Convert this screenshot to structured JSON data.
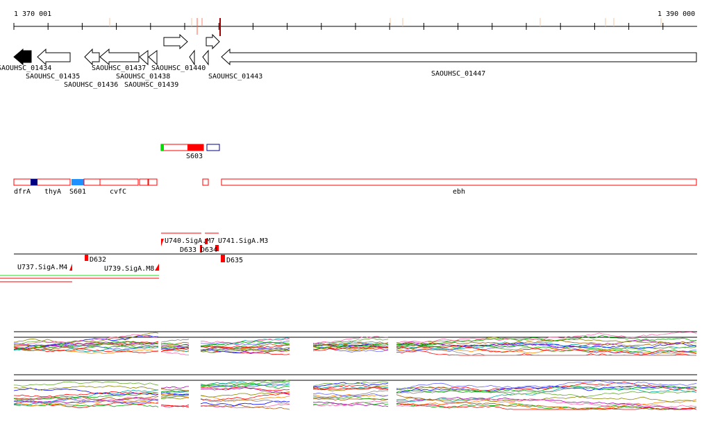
{
  "ruler": {
    "start_label": "1 370 001",
    "end_label": "1 390 000"
  },
  "genes": [
    {
      "label": "SAOUHSC_01434",
      "strand": "-",
      "filled": true
    },
    {
      "label": "SAOUHSC_01435",
      "strand": "-"
    },
    {
      "label": "SAOUHSC_01436",
      "strand": "-"
    },
    {
      "label": "SAOUHSC_01437",
      "strand": "-"
    },
    {
      "label": "SAOUHSC_01438",
      "strand": "-"
    },
    {
      "label": "SAOUHSC_01439",
      "strand": "-"
    },
    {
      "label": "SAOUHSC_01440",
      "strand": "+"
    },
    {
      "label": "SAOUHSC_01443",
      "strand": "+"
    },
    {
      "label": "SAOUHSC_01447",
      "strand": "-"
    }
  ],
  "features_upper": [
    {
      "label": "S603"
    }
  ],
  "features_lower": [
    {
      "label": "dfrA"
    },
    {
      "label": "thyA"
    },
    {
      "label": "S601"
    },
    {
      "label": "cvfC"
    },
    {
      "label": "ebh"
    }
  ],
  "promoters": [
    {
      "label": "U737.SigA.M4"
    },
    {
      "label": "D632"
    },
    {
      "label": "U739.SigA.M8"
    },
    {
      "label": "U740.SigA.M7"
    },
    {
      "label": "D633"
    },
    {
      "label": "D634"
    },
    {
      "label": "U741.SigA.M3"
    },
    {
      "label": "D635"
    }
  ],
  "colors": {
    "feature": "#ff0000",
    "accent_blue": "#1e90ff",
    "dark_blue": "#000080",
    "green": "#00dd00"
  }
}
